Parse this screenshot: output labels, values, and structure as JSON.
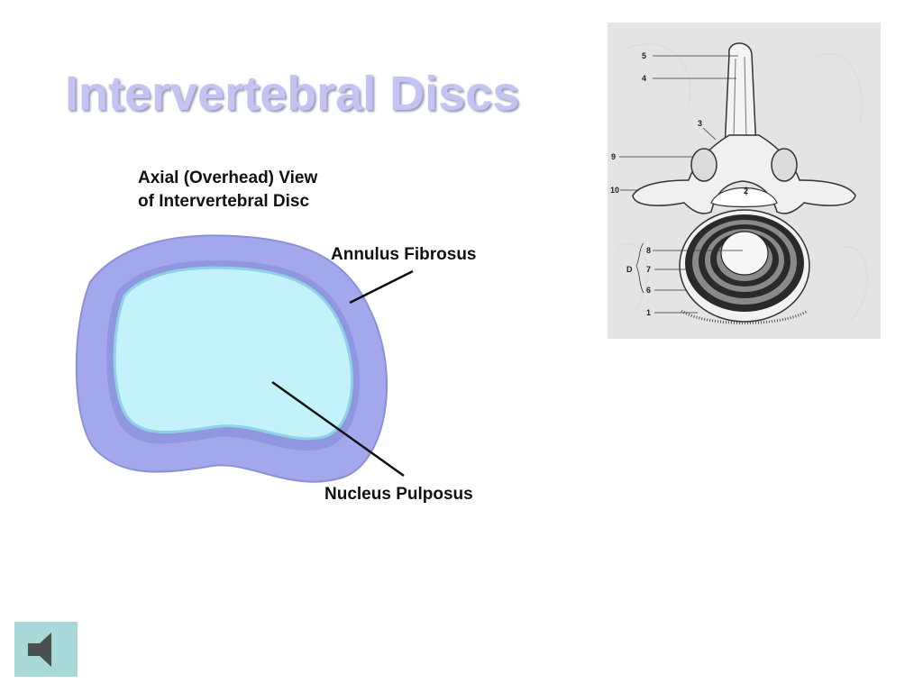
{
  "slide": {
    "title": "Intervertebral Discs",
    "title_color": "#c4c4f2"
  },
  "disc_diagram": {
    "heading_line1": "Axial (Overhead) View",
    "heading_line2": "of Intervertebral Disc",
    "label_annulus": "Annulus Fibrosus",
    "label_nucleus": "Nucleus Pulposus",
    "colors": {
      "annulus": "#a3a8ec",
      "annulus_edge": "#8c90d6",
      "nucleus": "#c4f2fa",
      "nucleus_edge": "#8ed2e6"
    }
  },
  "vertebra_figure": {
    "labels": {
      "l1": "1",
      "l2": "2",
      "l3": "3",
      "l4": "4",
      "l5": "5",
      "l6": "6",
      "l7": "7",
      "l8": "8",
      "l9": "9",
      "l10": "10",
      "lD": "D"
    }
  },
  "controls": {
    "audio_icon": "speaker-icon"
  }
}
